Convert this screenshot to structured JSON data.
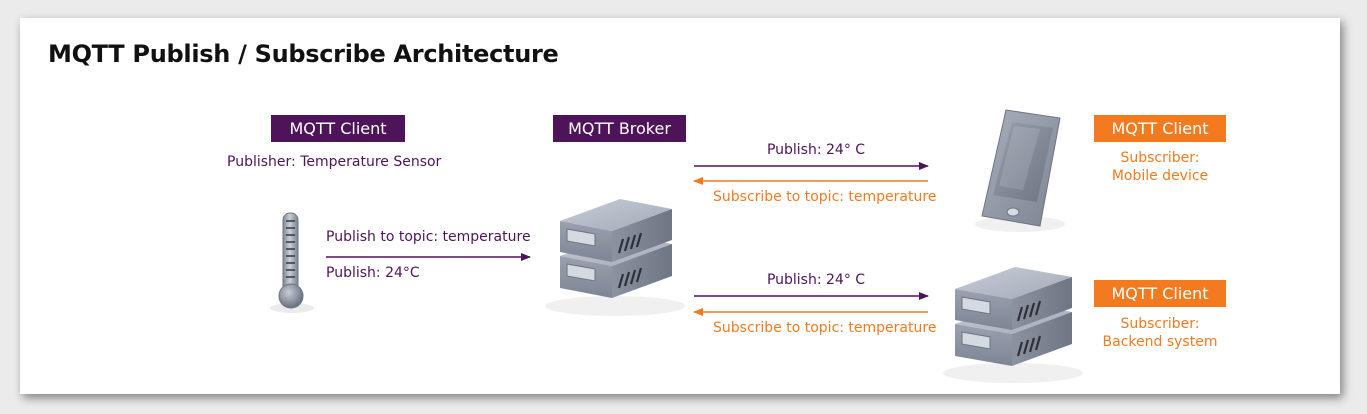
{
  "diagram": {
    "title": "MQTT Publish / Subscribe Architecture",
    "publisher": {
      "tag": "MQTT Client",
      "caption": "Publisher: Temperature Sensor",
      "arrow_top_label": "Publish to topic: temperature",
      "arrow_bottom_label": "Publish: 24°C",
      "icon": "thermometer-icon"
    },
    "broker": {
      "tag": "MQTT Broker",
      "icon": "server-icon"
    },
    "subscriber_mobile": {
      "tag": "MQTT Client",
      "caption_line1": "Subscriber:",
      "caption_line2": "Mobile device",
      "publish_label": "Publish: 24° C",
      "subscribe_label": "Subscribe to topic: temperature",
      "icon": "smartphone-icon"
    },
    "subscriber_backend": {
      "tag": "MQTT Client",
      "caption_line1": "Subscriber:",
      "caption_line2": "Backend system",
      "publish_label": "Publish: 24° C",
      "subscribe_label": "Subscribe to topic: temperature",
      "icon": "server-icon"
    },
    "colors": {
      "publish": "#4e1359",
      "subscribe": "#f47a1f",
      "device_gray": "#8a93a3"
    }
  }
}
